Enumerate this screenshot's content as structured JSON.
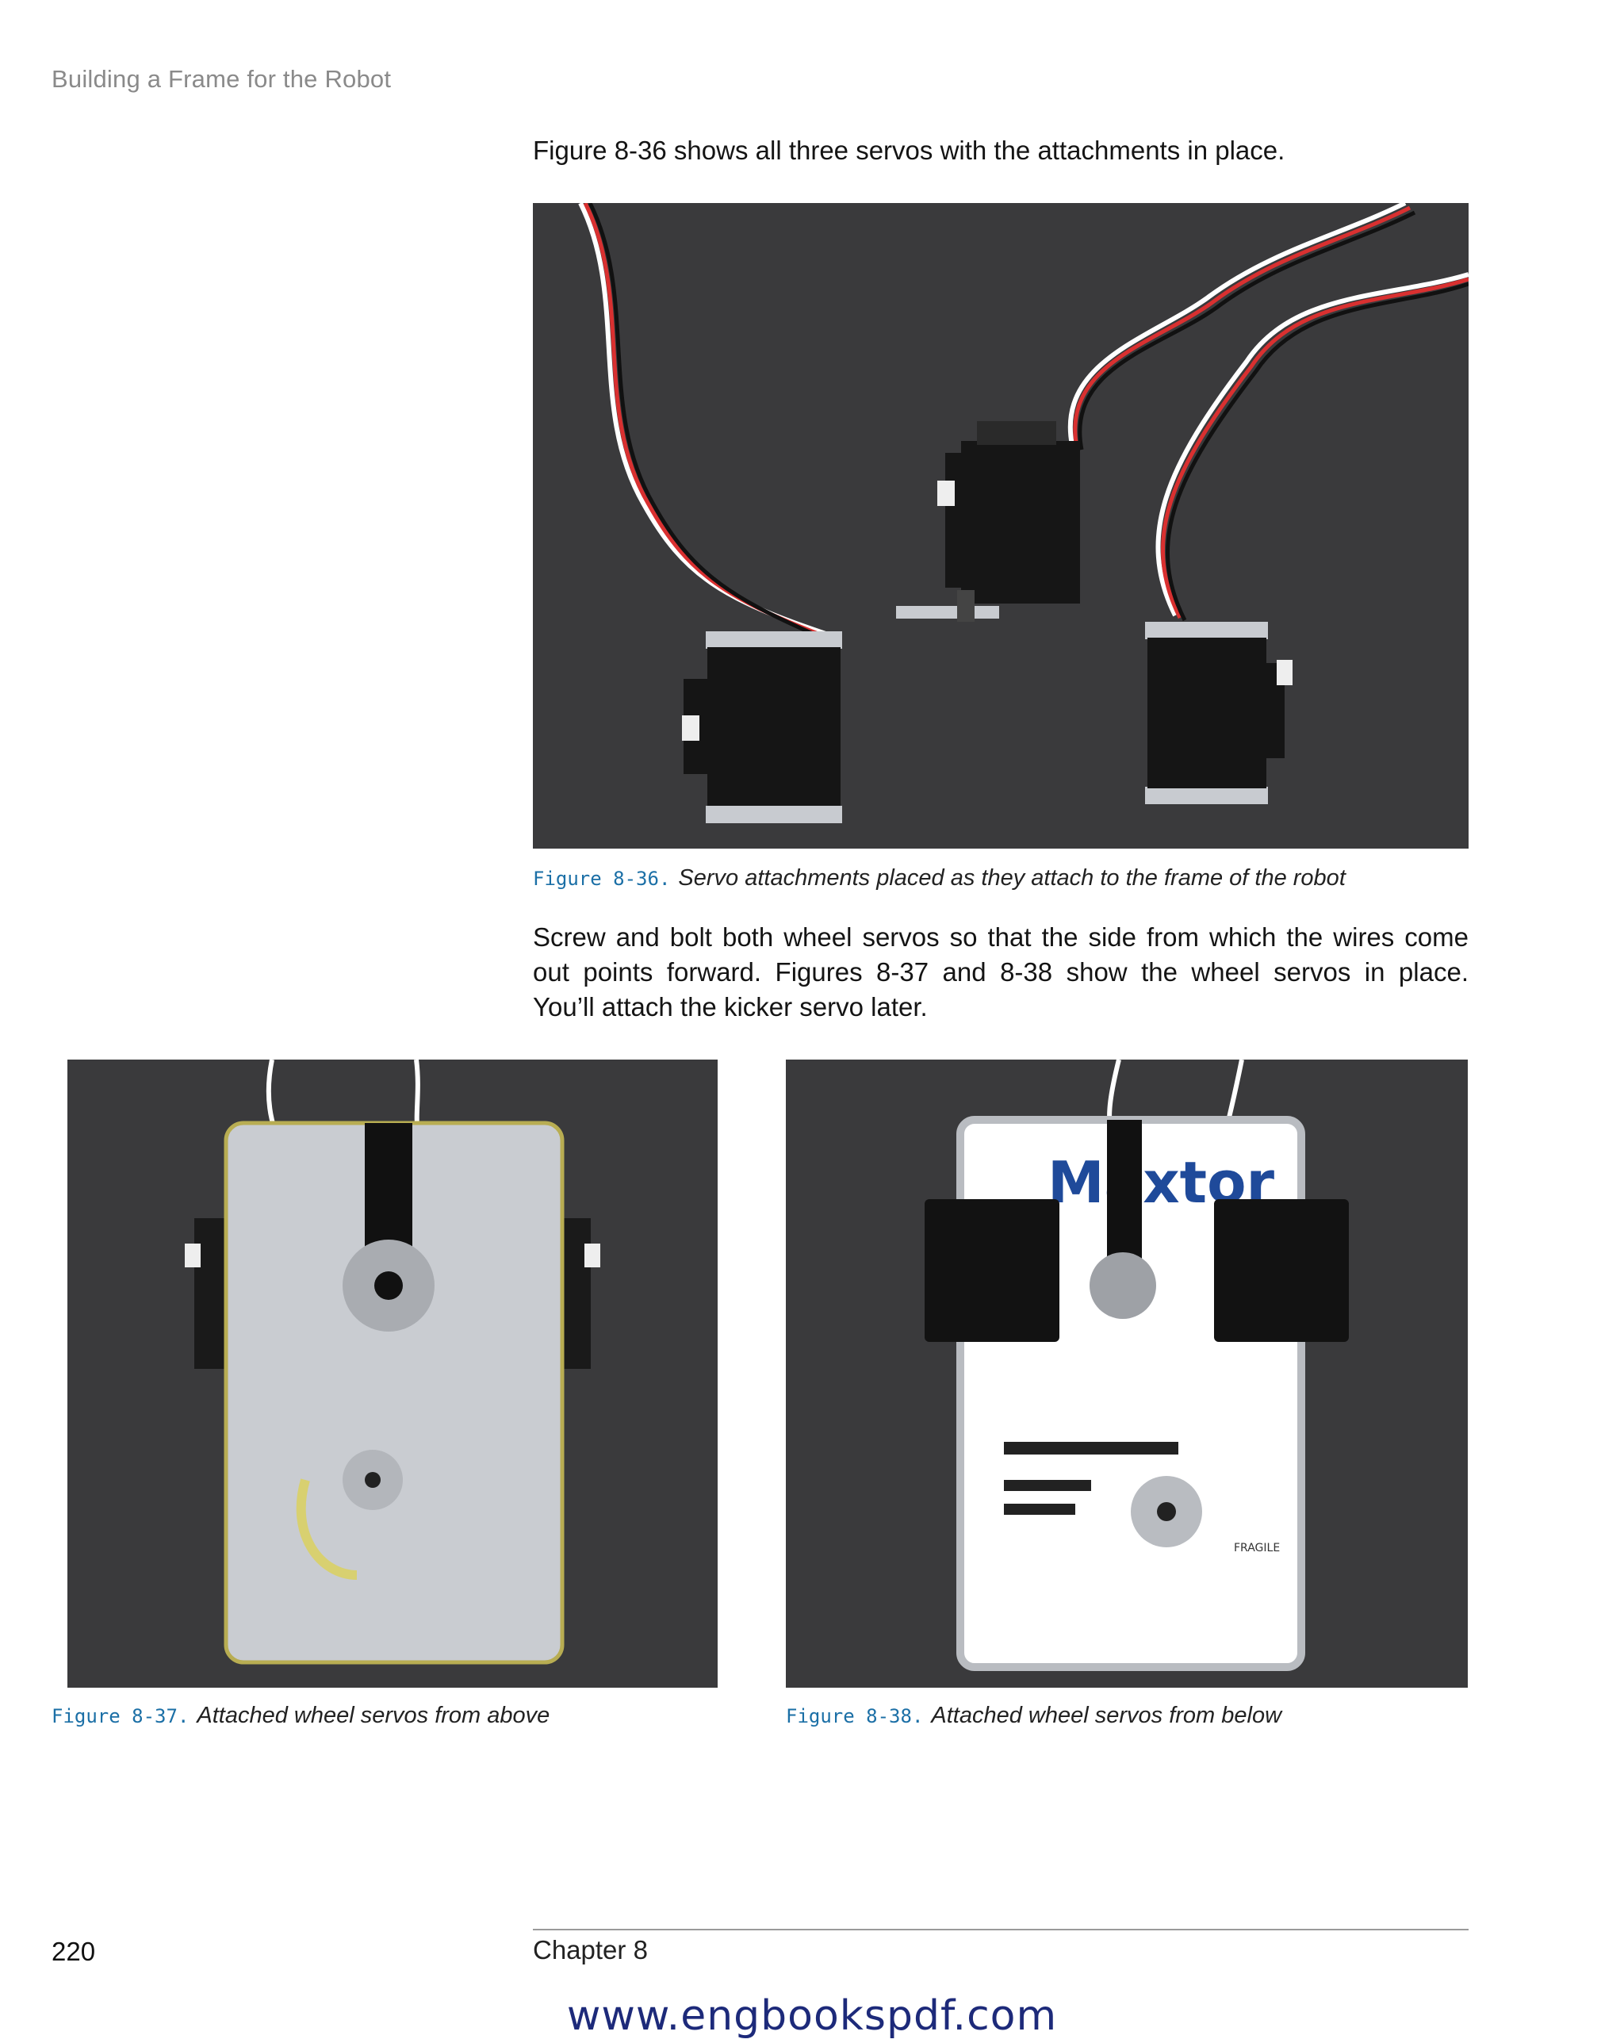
{
  "header": {
    "running_head": "Building a Frame for the Robot"
  },
  "intro_text": "Figure 8-36 shows all three servos with the attachments in place.",
  "figures": {
    "f36": {
      "label": "Figure 8-36.",
      "caption": "Servo attachments placed as they attach to the frame of the robot"
    },
    "f37": {
      "label": "Figure 8-37.",
      "caption": "Attached wheel servos from above"
    },
    "f38": {
      "label": "Figure 8-38.",
      "caption": "Attached wheel servos from below"
    }
  },
  "paragraph": {
    "lines": [
      "Screw and bolt both wheel servos so that the side from which the wires come",
      "out points forward. Figures 8-37 and 8-38 show the wheel servos in place.",
      "You’ll attach the kicker servo later."
    ]
  },
  "drive_label": {
    "brand": "Maxtor",
    "fragile": "FRAGILE"
  },
  "footer": {
    "page_number": "220",
    "chapter": "Chapter 8"
  },
  "watermark": "www.engbookspdf.com"
}
